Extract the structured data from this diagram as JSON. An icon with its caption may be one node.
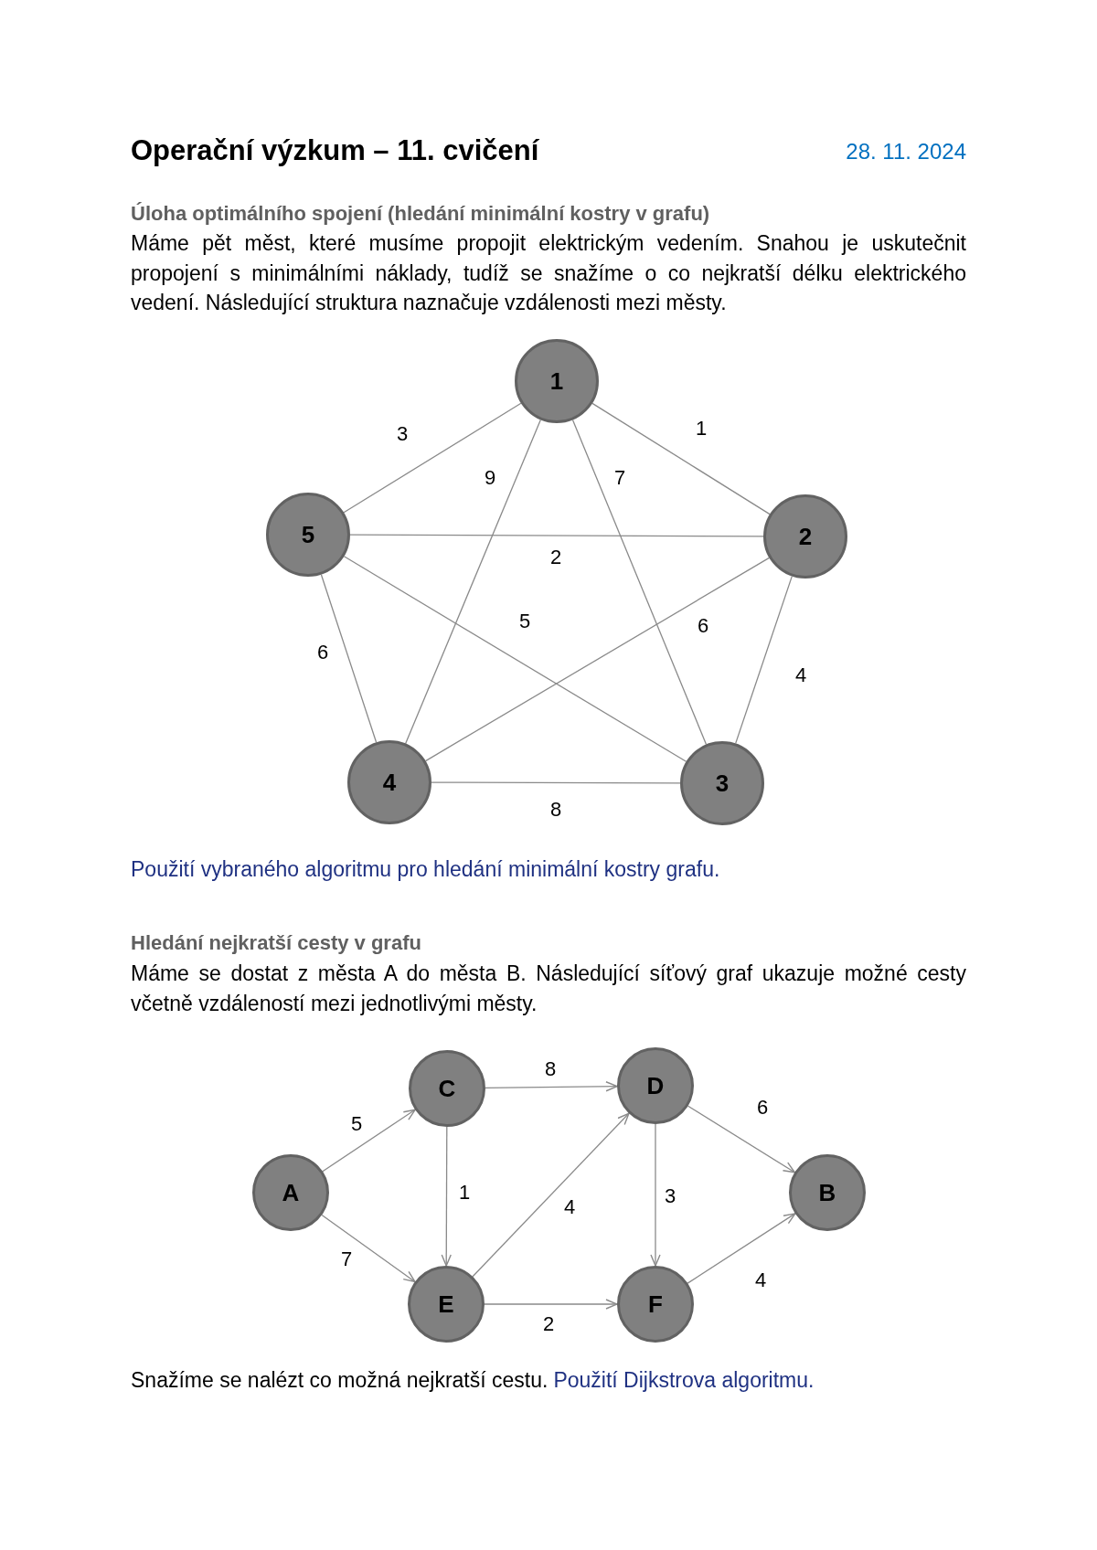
{
  "diagram": {
    "title": "Operační výzkum – 11. cvičení",
    "nodes": [
      {
        "text": [
          "1"
        ]
      },
      {
        "text": [
          "5"
        ]
      },
      {
        "text": [
          "2"
        ]
      },
      {
        "text": [
          "4"
        ]
      },
      {
        "text": [
          "3"
        ]
      },
      {
        "text": [
          "C"
        ]
      },
      {
        "text": [
          "D"
        ]
      },
      {
        "text": [
          "A"
        ]
      },
      {
        "text": [
          "B"
        ]
      },
      {
        "text": [
          "E"
        ]
      },
      {
        "text": [
          "F"
        ]
      }
    ],
    "edges": [
      {
        "from": 0,
        "to": 2,
        "arrow": "none",
        "label": "1"
      },
      {
        "from": 0,
        "to": 1,
        "arrow": "none",
        "label": "3"
      },
      {
        "from": 0,
        "to": 3,
        "arrow": "none",
        "label": "9"
      },
      {
        "from": 0,
        "to": 4,
        "arrow": "none",
        "label": "7"
      },
      {
        "from": 1,
        "to": 2,
        "arrow": "none",
        "label": "2"
      },
      {
        "from": 1,
        "to": 4,
        "arrow": "none",
        "label": "5"
      },
      {
        "from": 3,
        "to": 2,
        "arrow": "none",
        "label": "6"
      },
      {
        "from": 2,
        "to": 4,
        "arrow": "none",
        "label": "4"
      },
      {
        "from": 1,
        "to": 3,
        "arrow": "none",
        "label": "6"
      },
      {
        "from": 3,
        "to": 4,
        "arrow": "none",
        "label": "8"
      },
      {
        "from": 7,
        "to": 5,
        "arrow": "to",
        "label": "5"
      },
      {
        "from": 7,
        "to": 9,
        "arrow": "to",
        "label": "7"
      },
      {
        "from": 5,
        "to": 6,
        "arrow": "to",
        "label": "8"
      },
      {
        "from": 5,
        "to": 9,
        "arrow": "to",
        "label": "1"
      },
      {
        "from": 9,
        "to": 6,
        "arrow": "to",
        "label": "4"
      },
      {
        "from": 6,
        "to": 10,
        "arrow": "to",
        "label": "3"
      },
      {
        "from": 6,
        "to": 8,
        "arrow": "to",
        "label": "6"
      },
      {
        "from": 9,
        "to": 10,
        "arrow": "to",
        "label": "2"
      },
      {
        "from": 10,
        "to": 8,
        "arrow": "to",
        "label": "4"
      }
    ],
    "labels": [
      "28. 11. 2024",
      "Úloha optimálního spojení (hledání minimální kostry v grafu)",
      "Máme pět měst, které musíme propojit elektrickým vedením. Snahou je uskutečnit propojení s minimálními náklady, tudíž se snažíme o co nejkratší délku elektrického vedení. Následující struktura naznačuje vzdálenosti mezi městy.",
      "Použití vybraného algoritmu pro hledání minimální kostry grafu.",
      "Hledání nejkratší cesty v grafu",
      "Máme se dostat z města A do města B. Následující síťový graf ukazuje možné cesty včetně vzdáleností mezi jednotlivými městy.",
      "Snažíme se nalézt co možná nejkratší cestu.",
      "Použití Dijkstrova algoritmu."
    ]
  }
}
